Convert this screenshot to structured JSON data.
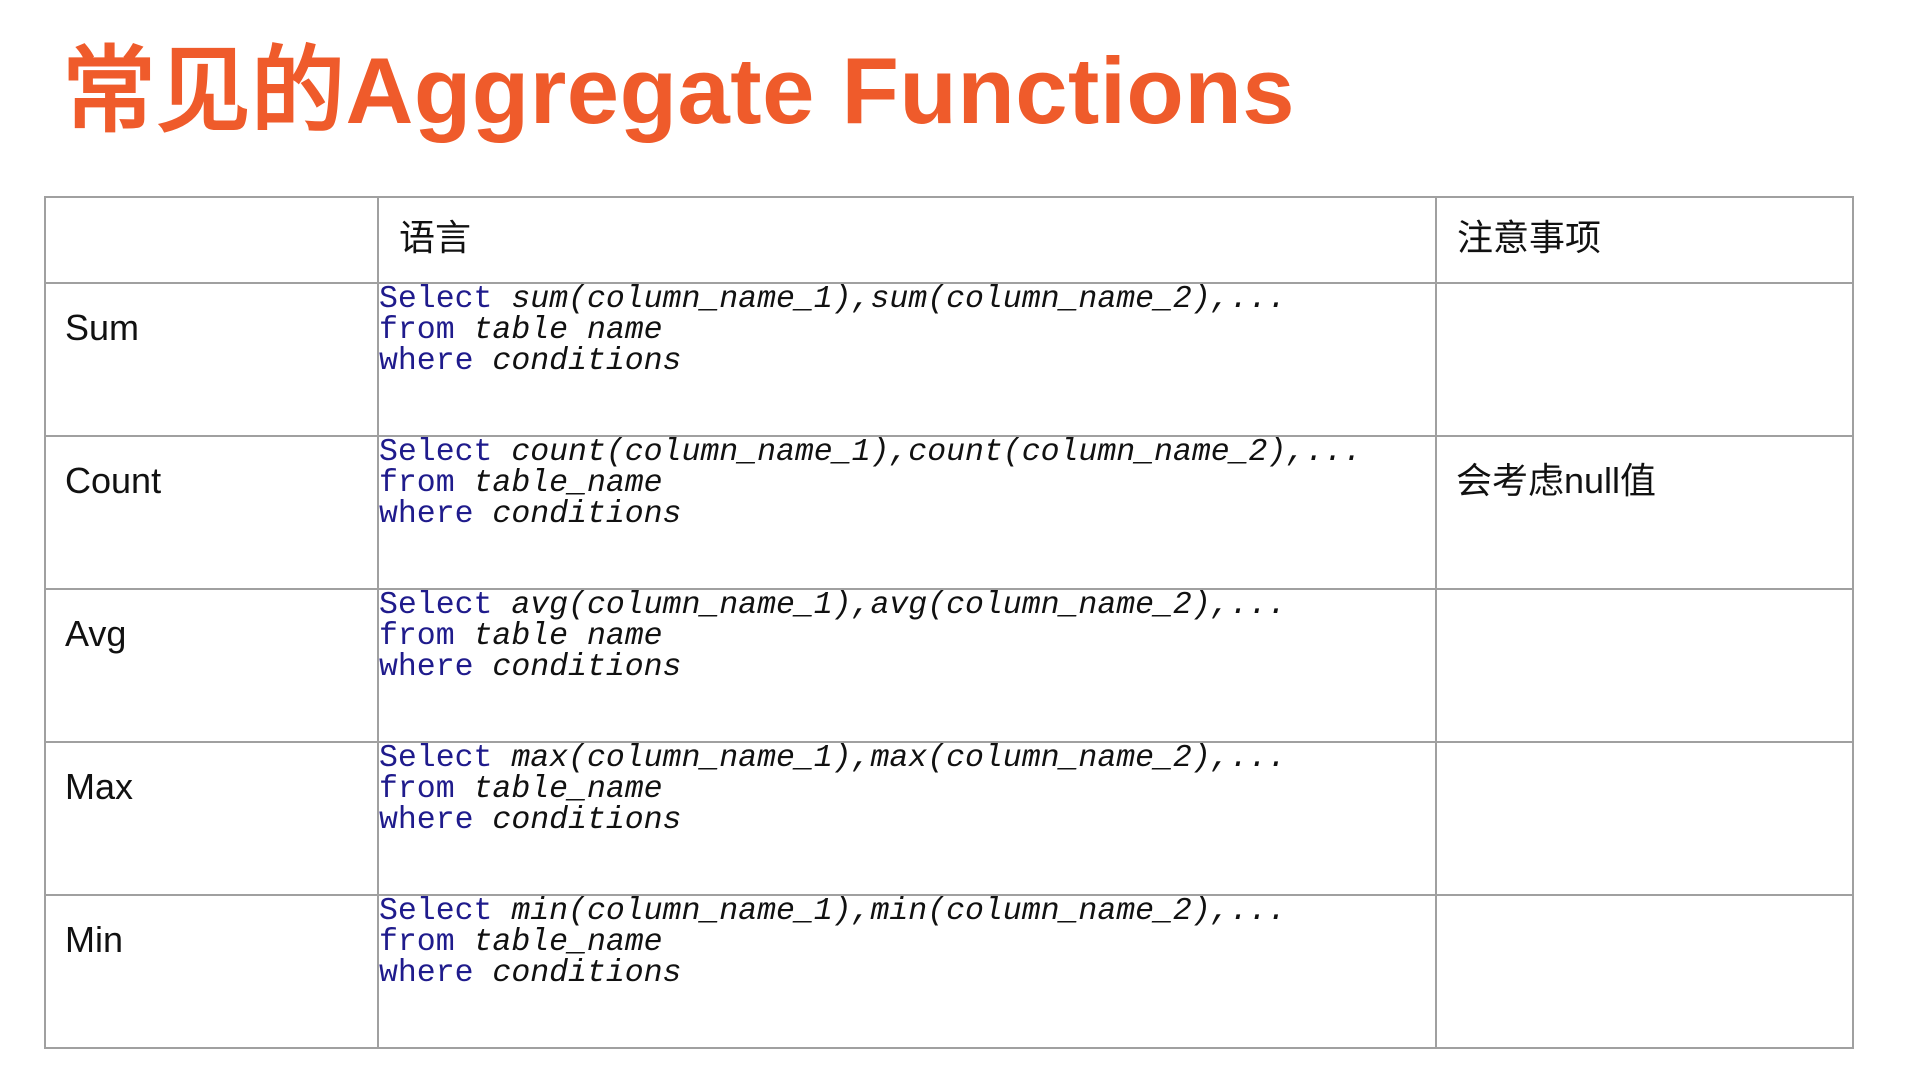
{
  "slide": {
    "title": "常见的Aggregate Functions",
    "title_color": "#EF5B2B",
    "keyword_color": "#1F1B8C",
    "border_color": "#A0A0A0"
  },
  "table": {
    "headers": [
      "",
      "语言",
      "注意事项"
    ],
    "rows": [
      {
        "function": "Sum",
        "code": [
          {
            "kw": "Select",
            "arg": "sum(column_name_1),sum(column_name_2),..."
          },
          {
            "kw": "from",
            "arg": "table name"
          },
          {
            "kw": "where",
            "arg": "conditions"
          }
        ],
        "note": ""
      },
      {
        "function": "Count",
        "code": [
          {
            "kw": "Select",
            "arg": "count(column_name_1),count(column_name_2),..."
          },
          {
            "kw": "from",
            "arg": "table_name"
          },
          {
            "kw": "where",
            "arg": "conditions"
          }
        ],
        "note": "会考虑null值"
      },
      {
        "function": "Avg",
        "code": [
          {
            "kw": "Select",
            "arg": "avg(column_name_1),avg(column_name_2),..."
          },
          {
            "kw": "from",
            "arg": "table name"
          },
          {
            "kw": "where",
            "arg": "conditions"
          }
        ],
        "note": ""
      },
      {
        "function": "Max",
        "code": [
          {
            "kw": "Select",
            "arg": "max(column_name_1),max(column_name_2),..."
          },
          {
            "kw": "from",
            "arg": "table_name"
          },
          {
            "kw": "where",
            "arg": "conditions"
          }
        ],
        "note": ""
      },
      {
        "function": "Min",
        "code": [
          {
            "kw": "Select",
            "arg": "min(column_name_1),min(column_name_2),..."
          },
          {
            "kw": "from",
            "arg": "table_name"
          },
          {
            "kw": "where",
            "arg": "conditions"
          }
        ],
        "note": ""
      }
    ]
  }
}
